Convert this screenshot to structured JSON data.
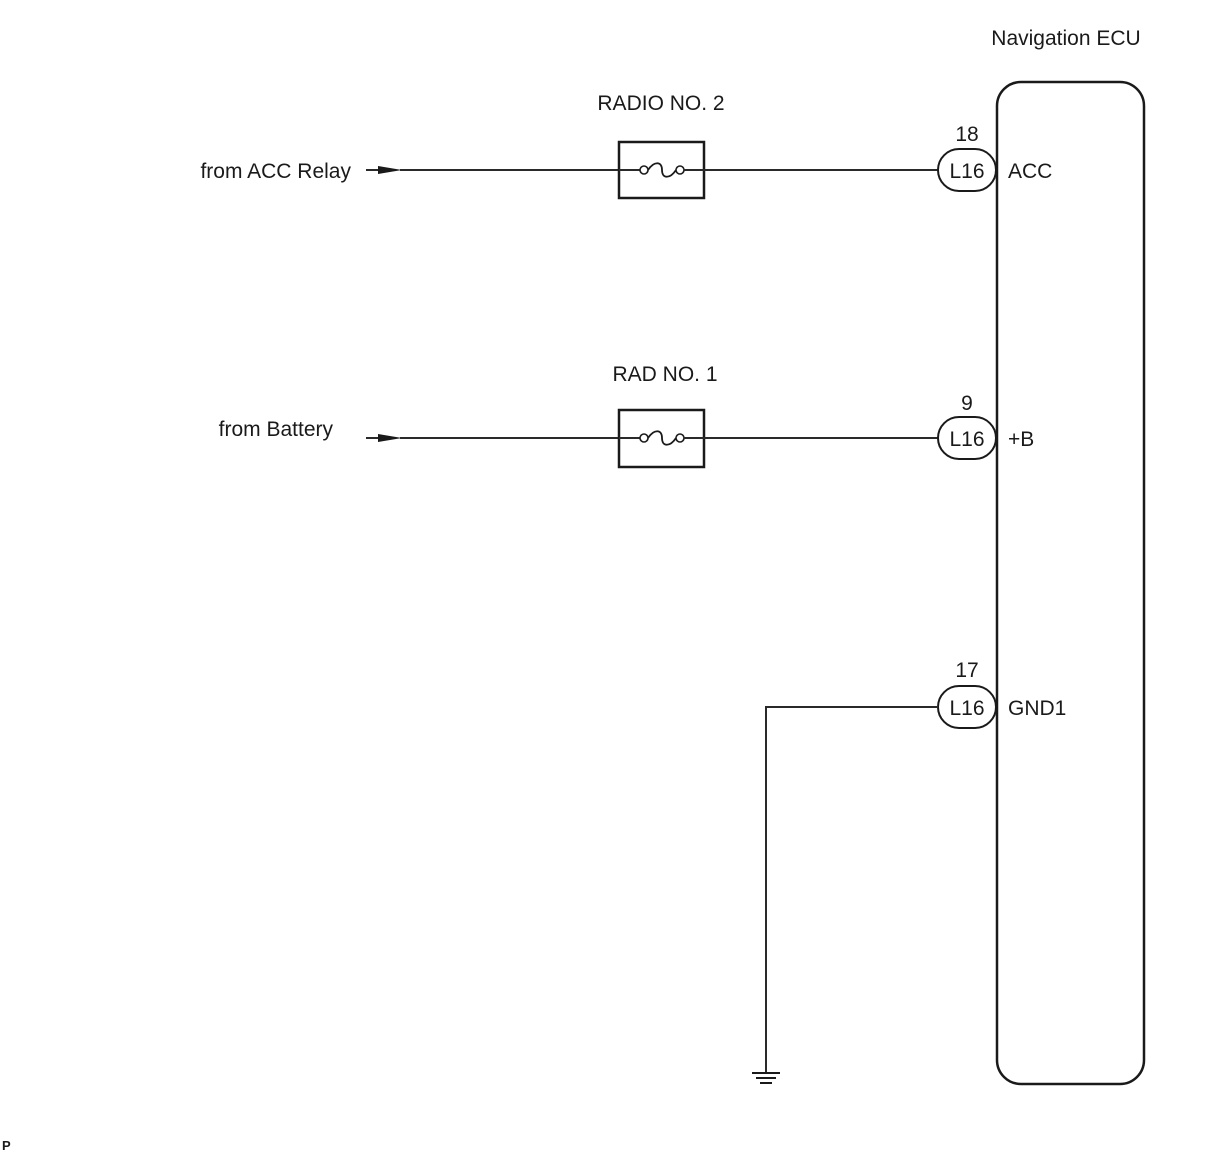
{
  "ecu": {
    "title": "Navigation ECU"
  },
  "sources": {
    "acc": "from ACC Relay",
    "battery": "from Battery"
  },
  "fuses": {
    "radio2": "RADIO NO. 2",
    "rad1": "RAD NO. 1"
  },
  "pins": [
    {
      "pin": "18",
      "connector": "L16",
      "signal": "ACC"
    },
    {
      "pin": "9",
      "connector": "L16",
      "signal": "+B"
    },
    {
      "pin": "17",
      "connector": "L16",
      "signal": "GND1"
    }
  ],
  "corner_mark": "P"
}
